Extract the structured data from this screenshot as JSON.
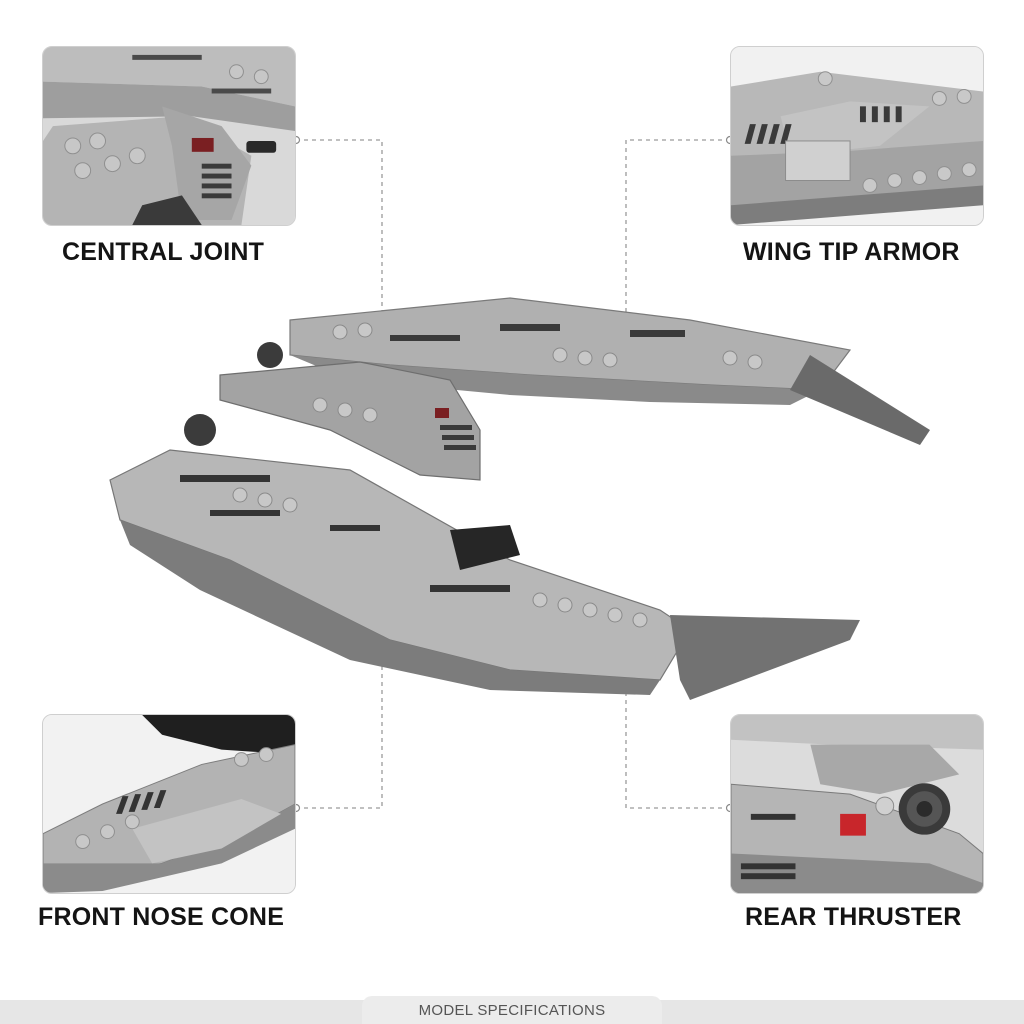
{
  "callouts": {
    "central_joint": {
      "label": "CENTRAL JOINT"
    },
    "wing_tip_armor": {
      "label": "WING TIP ARMOR"
    },
    "front_nose_cone": {
      "label": "FRONT NOSE CONE"
    },
    "rear_thruster": {
      "label": "REAR THRUSTER"
    }
  },
  "footer": {
    "text": "MODEL SPECIFICATIONS"
  },
  "colors": {
    "brick_light": "#a9a9a9",
    "brick_mid": "#8e8e8e",
    "brick_dark": "#5c5c5c",
    "brick_black": "#2b2b2b",
    "accent_red": "#c8262b",
    "leader_line": "#9a9a9a",
    "frame_border": "#cfcfcf"
  }
}
